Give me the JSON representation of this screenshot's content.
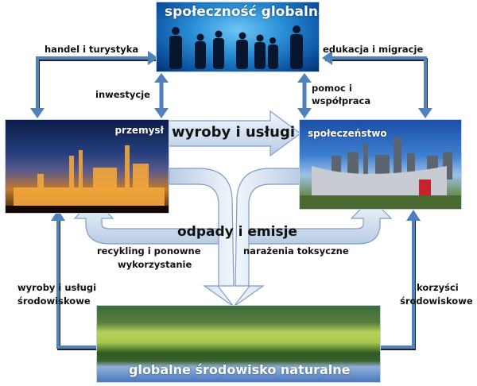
{
  "nodes": {
    "global_community": "społeczność globalna",
    "industry": "przemysł",
    "society": "społeczeństwo",
    "natural_environment": "globalne środowisko naturalne"
  },
  "flows": {
    "trade_tourism": "handel i turystyka",
    "investments": "inwestycje",
    "education_migration": "edukacja i migracje",
    "aid_cooperation_1": "pomoc i",
    "aid_cooperation_2": "współpraca",
    "goods_services": "wyroby i usługi",
    "waste_emissions": "odpady i emisje",
    "recycling_1": "recykling i ponowne",
    "recycling_2": "wykorzystanie",
    "toxic_exposure": "narażenia toksyczne",
    "env_goods_1": "wyroby i usługi",
    "env_goods_2": "środowiskowe",
    "env_benefits_1": "korzyści",
    "env_benefits_2": "środowiskowe"
  },
  "colors": {
    "connector_blue": "#4f81bd",
    "arrow_fill_light": "#dce6f2",
    "arrow_stroke": "#7f9cc7"
  }
}
